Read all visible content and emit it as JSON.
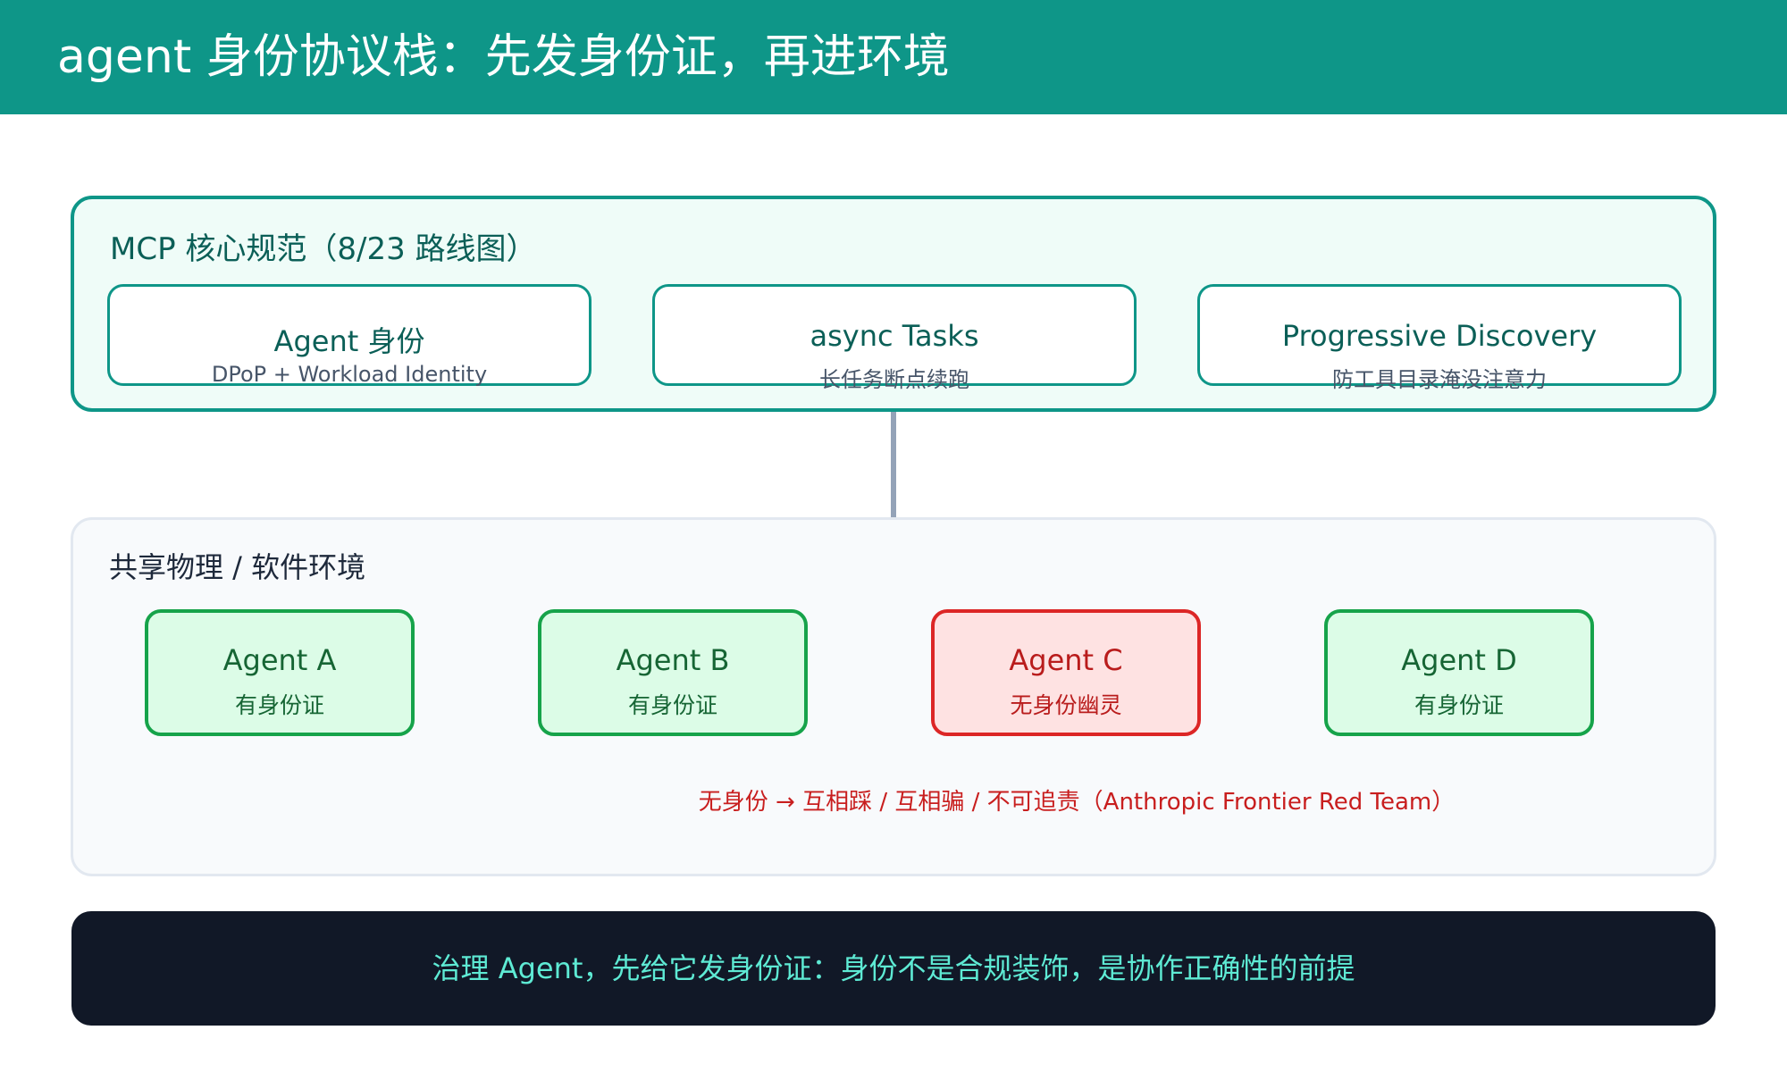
{
  "header": {
    "title": "agent 身份协议栈：先发身份证，再进环境"
  },
  "mcp": {
    "title": "MCP 核心规范（8/23 路线图）",
    "specs": [
      {
        "title": "Agent 身份",
        "subtitle": "DPoP + Workload Identity"
      },
      {
        "title": "async Tasks",
        "subtitle": "长任务断点续跑"
      },
      {
        "title": "Progressive Discovery",
        "subtitle": "防工具目录淹没注意力"
      }
    ]
  },
  "environment": {
    "title": "共享物理 / 软件环境",
    "agents": [
      {
        "name": "Agent A",
        "status": "有身份证"
      },
      {
        "name": "Agent B",
        "status": "有身份证"
      },
      {
        "name": "Agent C",
        "status": "无身份幽灵"
      },
      {
        "name": "Agent D",
        "status": "有身份证"
      }
    ],
    "warning": "无身份 → 互相踩 / 互相骗 / 不可追责（Anthropic Frontier Red Team）"
  },
  "footer": {
    "text": "治理 Agent，先给它发身份证：身份不是合规装饰，是协作正确性的前提"
  },
  "colors": {
    "brand": "#0e9688",
    "ok": "#16a34a",
    "danger": "#dc2626",
    "footer_bg": "#111827",
    "footer_text": "#5eead4"
  }
}
